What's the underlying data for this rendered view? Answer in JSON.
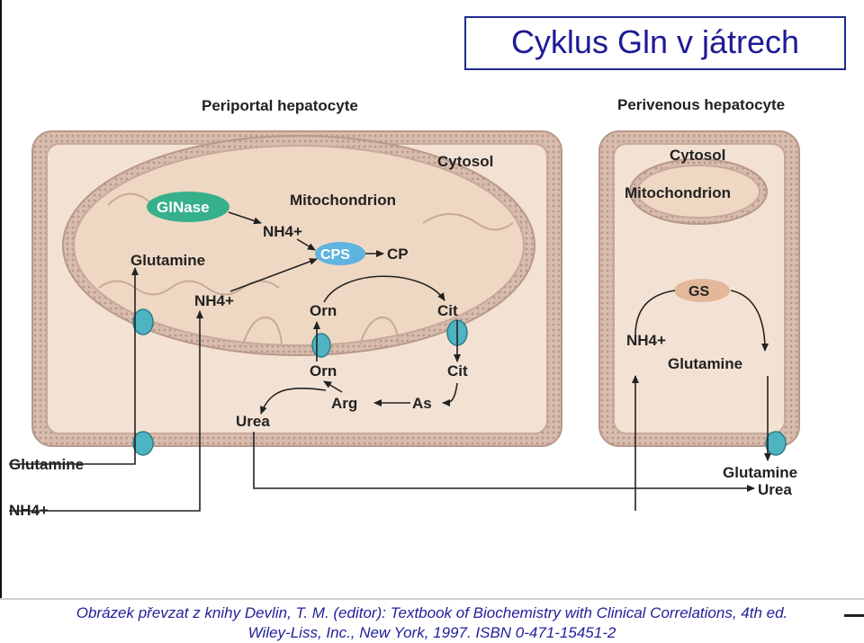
{
  "title": "Cyklus Gln v játrech",
  "caption": {
    "line1": "Obrázek převzat z knihy Devlin, T. M. (editor): Textbook of Biochemistry with Clinical Correlations, 4th ed.",
    "line2": "Wiley-Liss, Inc., New York, 1997. ISBN 0-471-15451-2"
  },
  "colors": {
    "title": "#1e1a96",
    "caption": "#22229a",
    "cell_fill": "#f3e2d4",
    "membrane": "#c8a999",
    "mito_fill": "#efd8c3",
    "glnase": "#36b08a",
    "cps": "#5fb3df",
    "gs": "#e3b89a",
    "channel": "#4fb4c2"
  },
  "diagram": {
    "periportal_label": "Periportal hepatocyte",
    "perivenous_label": "Perivenous hepatocyte",
    "cytosol_left": "Cytosol",
    "mitochondrion_left": "Mitochondrion",
    "cytosol_right": "Cytosol",
    "mitochondrion_right": "Mitochondrion",
    "glnase": "GlNase",
    "nh4_mito": "NH4+",
    "cps": "CPS",
    "cp": "CP",
    "glutamine_mito": "Glutamine",
    "nh4_cyto": "NH4+",
    "orn_inside": "Orn",
    "cit_inside": "Cit",
    "orn_outside": "Orn",
    "cit_outside": "Cit",
    "arg": "Arg",
    "as": "As",
    "urea_left": "Urea",
    "glutamine_in": "Glutamine",
    "nh4_in": "NH4+",
    "gs": "GS",
    "nh4_right": "NH4+",
    "glutamine_right": "Glutamine",
    "glutamine_out": "Glutamine",
    "urea_out": "Urea"
  }
}
